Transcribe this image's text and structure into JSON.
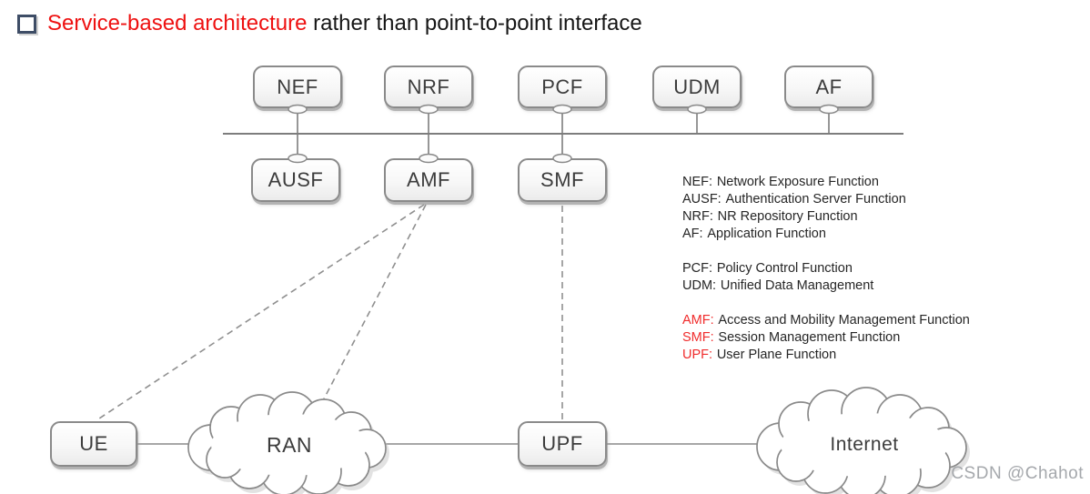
{
  "title": {
    "bullet_icon": "hollow-square",
    "highlight": "Service-based architecture",
    "rest": " rather than point-to-point interface"
  },
  "nodes": {
    "nef": "NEF",
    "nrf": "NRF",
    "pcf": "PCF",
    "udm": "UDM",
    "af": "AF",
    "ausf": "AUSF",
    "amf": "AMF",
    "smf": "SMF",
    "ue": "UE",
    "ran": "RAN",
    "upf": "UPF",
    "internet": "Internet"
  },
  "legend": {
    "group1": [
      {
        "abbr": "NEF",
        "colon": ":",
        "desc": "Network Exposure Function"
      },
      {
        "abbr": "AUSF",
        "colon": ":",
        "desc": "Authentication Server Function"
      },
      {
        "abbr": "NRF",
        "colon": ":",
        "desc": "NR Repository Function"
      },
      {
        "abbr": "AF",
        "colon": ":",
        "desc": "Application Function"
      }
    ],
    "group2": [
      {
        "abbr": "PCF",
        "colon": ":",
        "desc": "Policy Control Function"
      },
      {
        "abbr": "UDM",
        "colon": ":",
        "desc": "Unified Data Management"
      }
    ],
    "group3": [
      {
        "abbr": "AMF",
        "colon": ":",
        "desc": "Access and Mobility Management Function"
      },
      {
        "abbr": "SMF",
        "colon": ":",
        "desc": "Session Management Function"
      },
      {
        "abbr": "UPF",
        "colon": ":",
        "desc": "User Plane Function"
      }
    ]
  },
  "watermark": "CSDN @Chahot",
  "colors": {
    "title_highlight": "#ee1111",
    "legend_highlight": "#f02b2b",
    "bullet_navy": "#3e4d66",
    "line_gray": "#8a8a8a",
    "watermark_gray": "#a5a8ac"
  }
}
